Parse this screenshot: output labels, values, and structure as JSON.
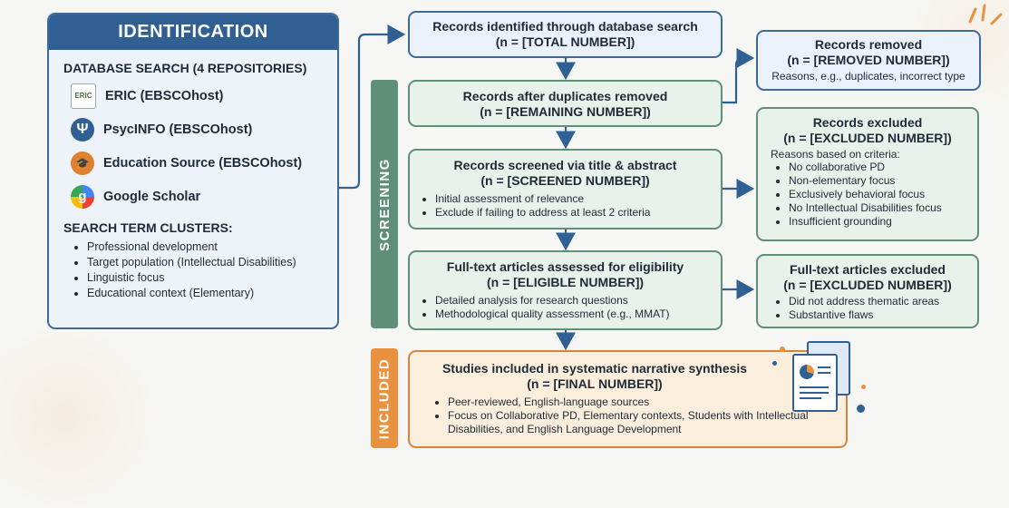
{
  "identification": {
    "title": "IDENTIFICATION",
    "database_heading": "DATABASE SEARCH (4 REPOSITORIES)",
    "repositories": [
      {
        "label": "ERIC (EBSCOhost)",
        "icon": "eric-logo-icon",
        "icon_text": "ERIC"
      },
      {
        "label": "PsycINFO (EBSCOhost)",
        "icon": "psi-icon",
        "icon_text": "Ψ"
      },
      {
        "label": "Education Source (EBSCOhost)",
        "icon": "graduation-cap-icon",
        "icon_text": "🎓"
      },
      {
        "label": "Google Scholar",
        "icon": "google-scholar-icon",
        "icon_text": "g"
      }
    ],
    "clusters_heading": "SEARCH TERM CLUSTERS:",
    "clusters": [
      "Professional development",
      "Target population (Intellectual Disabilities)",
      "Linguistic focus",
      "Educational context (Elementary)"
    ]
  },
  "stages": {
    "screening_label": "SCREENING",
    "included_label": "INCLUDED"
  },
  "flow": {
    "identified": {
      "title": "Records identified through database search",
      "count": "(n = [TOTAL NUMBER])"
    },
    "after_dup": {
      "title": "Records after duplicates removed",
      "count": "(n = [REMAINING NUMBER])"
    },
    "screened": {
      "title": "Records screened via title & abstract",
      "count": "(n = [SCREENED NUMBER])",
      "points": [
        "Initial assessment of relevance",
        "Exclude if failing to address at least 2 criteria"
      ]
    },
    "fulltext": {
      "title": "Full-text articles assessed for eligibility",
      "count": "(n = [ELIGIBLE NUMBER])",
      "points": [
        "Detailed analysis for research questions",
        "Methodological quality assessment (e.g., MMAT)"
      ]
    },
    "included": {
      "title": "Studies included in systematic narrative synthesis",
      "count": "(n = [FINAL NUMBER])",
      "points": [
        "Peer-reviewed, English-language sources",
        "Focus on Collaborative PD, Elementary contexts, Students with Intellectual Disabilities, and English Language Development"
      ]
    }
  },
  "side": {
    "removed": {
      "title": "Records removed",
      "count": "(n = [REMOVED NUMBER])",
      "note": "Reasons, e.g., duplicates, incorrect type"
    },
    "excluded": {
      "title": "Records excluded",
      "count": "(n = [EXCLUDED NUMBER])",
      "intro": "Reasons based on criteria:",
      "points": [
        "No collaborative PD",
        "Non-elementary focus",
        "Exclusively behavioral focus",
        "No Intellectual Disabilities focus",
        "Insufficient grounding"
      ]
    },
    "ft_excluded": {
      "title": "Full-text articles excluded",
      "count": "(n = [EXCLUDED NUMBER])",
      "points": [
        "Did not address thematic areas",
        "Substantive flaws"
      ]
    }
  },
  "colors": {
    "navy": "#2f5f93",
    "green": "#5f8f77",
    "orange": "#d7843b"
  }
}
